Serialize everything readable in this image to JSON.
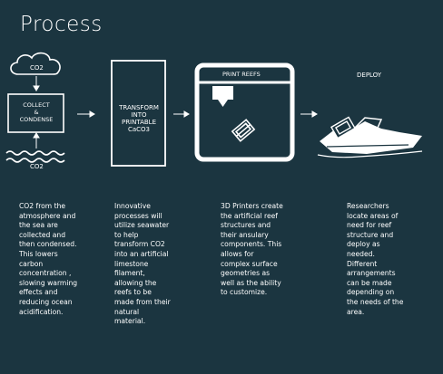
{
  "title": "Process",
  "steps": {
    "collect": {
      "cloud_label": "CO2",
      "box_label": "COLLECT\n&\nCONDENSE",
      "water_label": "CO2",
      "description": "CO2 from the atmosphere and the sea are collected and then condensed. This lowers carbon concentration , slowing warming effects and reducing ocean acidification."
    },
    "transform": {
      "box_label": "TRANSFORM\nINTO\nPRINTABLE\nCaCO3",
      "description": "Innovative processes will utilize seawater to help transform CO2 into an artificial limestone filament, allowing the reefs to be made from their natural material."
    },
    "print": {
      "header": "PRINT REEFS",
      "description": "3D Printers create the artificial reef structures and their ansulary components. This allows for complex surface geometries as well as the ability to customize."
    },
    "deploy": {
      "header": "DEPLOY",
      "description": "Researchers locate areas of need for reef structure and deploy as needed. Different arrangements can be made depending on the needs of the area."
    }
  },
  "colors": {
    "background": "#1b3540",
    "foreground": "#ffffff"
  }
}
